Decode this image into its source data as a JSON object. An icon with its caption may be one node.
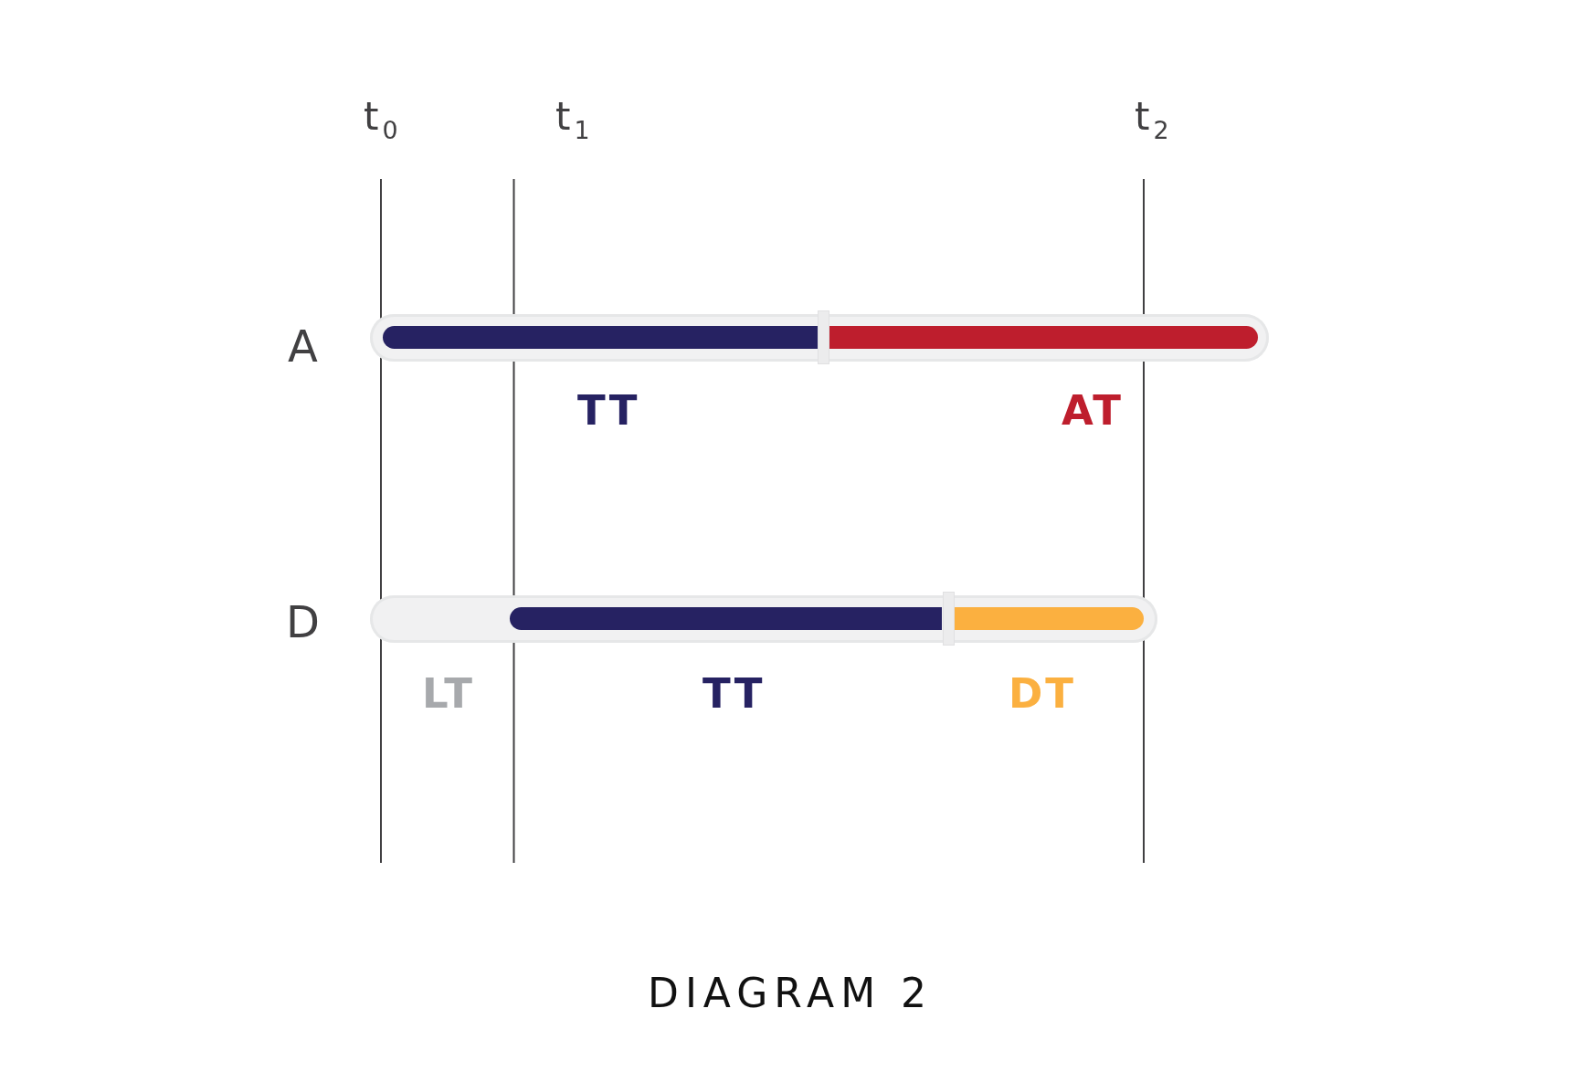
{
  "diagram": {
    "caption": "DIAGRAM 2",
    "nodes": [
      {
        "text": [],
        "shape": "bar",
        "beside": [
          "A"
        ]
      },
      {
        "text": [],
        "shape": "bar",
        "in": 0,
        "beside": [
          "TT"
        ]
      },
      {
        "text": [],
        "shape": "bar",
        "in": 0,
        "beside": [
          "AT"
        ]
      },
      {
        "text": [],
        "shape": "bar",
        "beside": [
          "D",
          "LT"
        ]
      },
      {
        "text": [],
        "shape": "bar",
        "in": 3,
        "beside": [
          "TT"
        ]
      },
      {
        "text": [],
        "shape": "bar",
        "in": 3,
        "beside": [
          "DT"
        ]
      }
    ],
    "labels": [
      "t$_{0}$",
      "t$_{1}$",
      "t$_{2}$"
    ]
  }
}
